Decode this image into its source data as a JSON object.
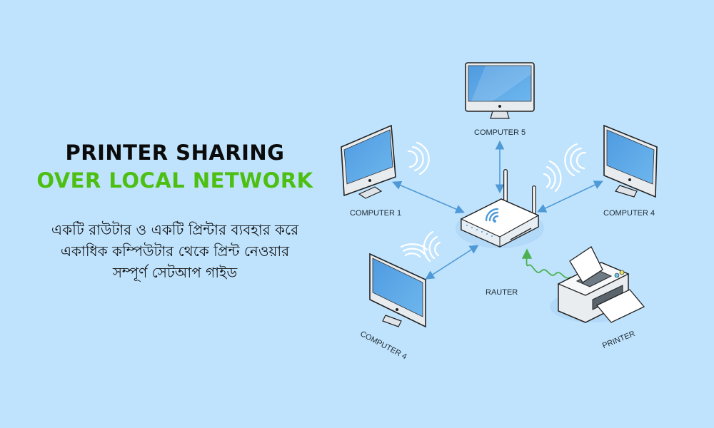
{
  "colors": {
    "background": "#c0e3fd",
    "title_primary": "#0b0b0b",
    "title_accent": "#4cbf12",
    "arrow": "#4f9ad6",
    "signal_wave": "#4cb050",
    "screen": "#5aa8e6"
  },
  "heading": {
    "line1": "PRINTER SHARING",
    "line2": "OVER LOCAL NETWORK"
  },
  "subtitle": {
    "lines": [
      "একটি রাউটার ও একটি প্রিন্টার ব্যবহার করে",
      "একাধিক কম্পিউটার থেকে প্রিন্ট নেওয়ার",
      "সম্পূর্ণ সেটআপ গাইড"
    ]
  },
  "diagram": {
    "nodes": [
      {
        "id": "computer5",
        "label": "COMPUTER 5",
        "icon": "monitor-icon"
      },
      {
        "id": "computer1",
        "label": "COMPUTER 1",
        "icon": "monitor-icon"
      },
      {
        "id": "computer4_right",
        "label": "COMPUTER 4",
        "icon": "monitor-icon"
      },
      {
        "id": "computer4_bottom",
        "label": "COMPUTER 4",
        "icon": "monitor-icon"
      },
      {
        "id": "router",
        "label": "RAUTER",
        "icon": "router-icon"
      },
      {
        "id": "printer",
        "label": "PRINTER",
        "icon": "printer-icon"
      }
    ],
    "connections": [
      {
        "from": "router",
        "to": "computer5",
        "type": "bidirectional-arrow"
      },
      {
        "from": "router",
        "to": "computer1",
        "type": "bidirectional-arrow"
      },
      {
        "from": "router",
        "to": "computer4_right",
        "type": "bidirectional-arrow"
      },
      {
        "from": "router",
        "to": "computer4_bottom",
        "type": "bidirectional-arrow"
      },
      {
        "from": "printer",
        "to": "router",
        "type": "wireless-wave"
      }
    ]
  }
}
